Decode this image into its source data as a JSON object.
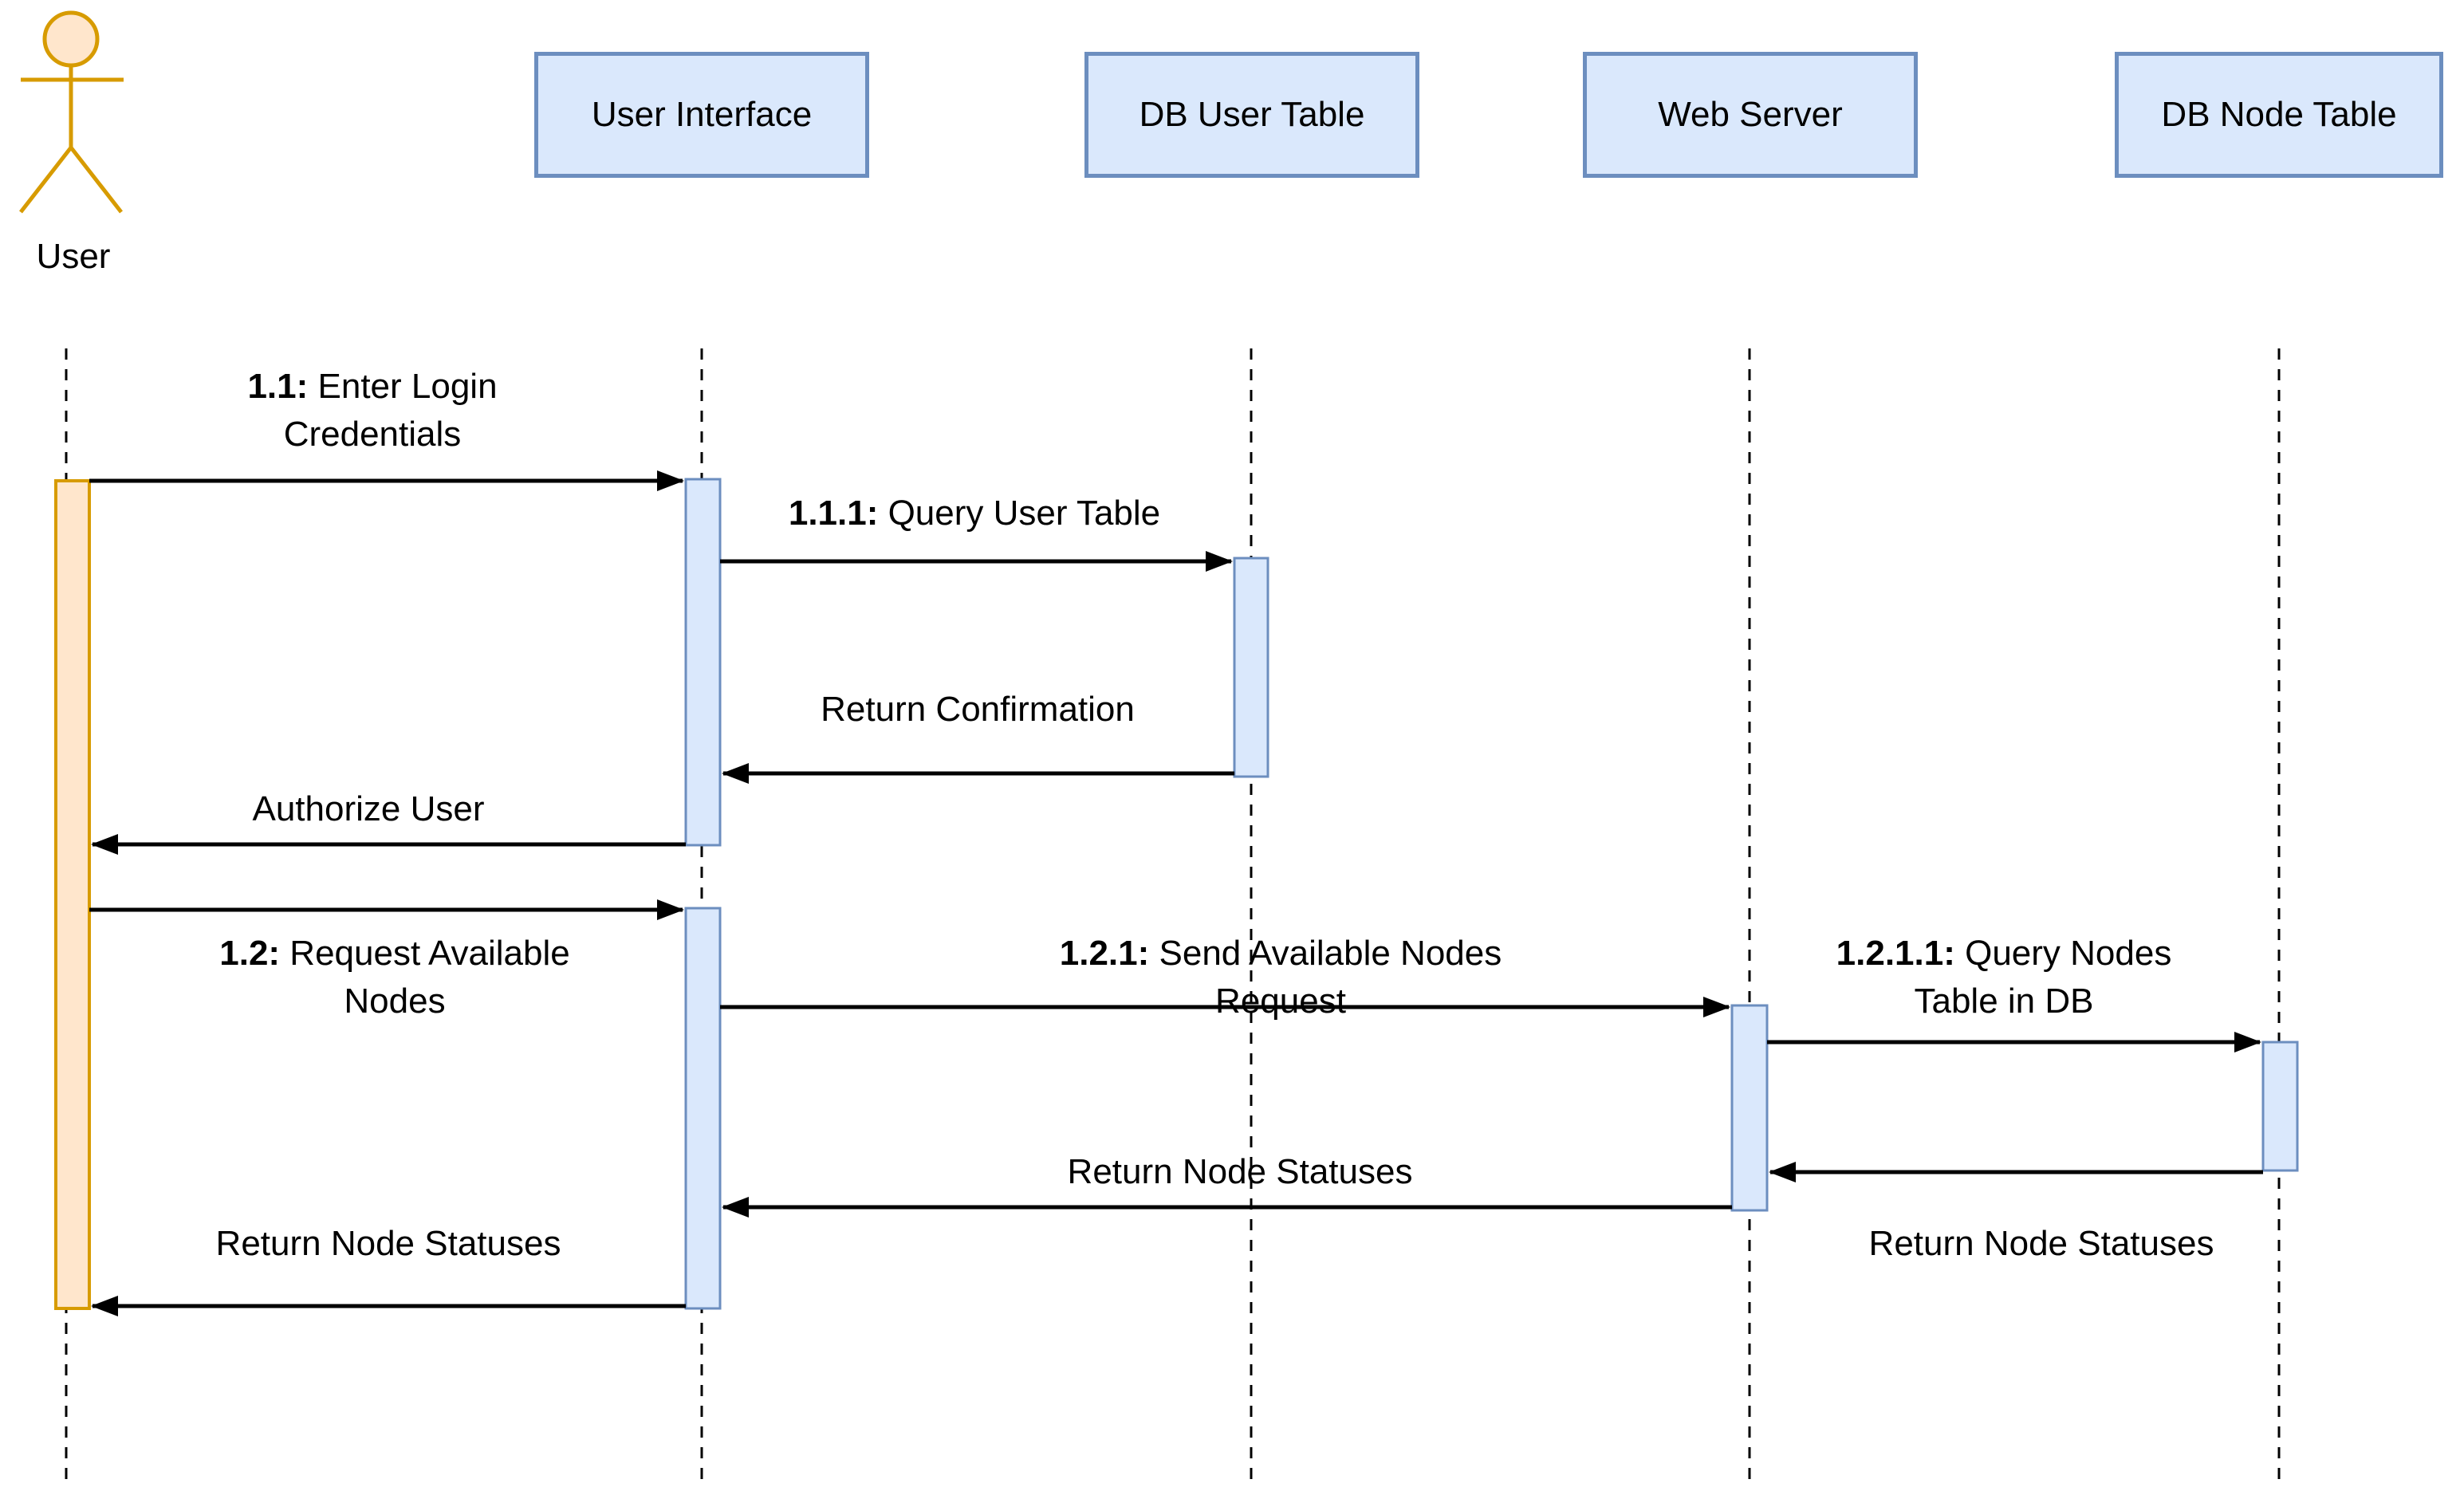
{
  "diagram": {
    "type": "uml-sequence",
    "actor": {
      "label": "User"
    },
    "participants": [
      {
        "id": "user-interface",
        "label": "User Interface"
      },
      {
        "id": "db-user-table",
        "label": "DB User Table"
      },
      {
        "id": "web-server",
        "label": "Web Server"
      },
      {
        "id": "db-node-table",
        "label": "DB Node Table"
      }
    ],
    "messages": [
      {
        "prefix": "1.1:",
        "line1": " Enter Login",
        "line2": "Credentials",
        "from": "User",
        "to": "User Interface"
      },
      {
        "prefix": "1.1.1:",
        "line1": " Query User Table",
        "line2": "",
        "from": "User Interface",
        "to": "DB User Table"
      },
      {
        "prefix": "",
        "line1": "Return Confirmation",
        "line2": "",
        "from": "DB User Table",
        "to": "User Interface"
      },
      {
        "prefix": "",
        "line1": "Authorize User",
        "line2": "",
        "from": "User Interface",
        "to": "User"
      },
      {
        "prefix": "1.2:",
        "line1": " Request Available",
        "line2": "Nodes",
        "from": "User",
        "to": "User Interface"
      },
      {
        "prefix": "1.2.1:",
        "line1": " Send Available Nodes",
        "line2": "Request",
        "from": "User Interface",
        "to": "Web Server"
      },
      {
        "prefix": "1.2.1.1:",
        "line1": " Query Nodes",
        "line2": "Table in DB",
        "from": "Web Server",
        "to": "DB Node Table"
      },
      {
        "prefix": "",
        "line1": "Return Node Statuses",
        "line2": "",
        "from": "DB Node Table",
        "to": "Web Server"
      },
      {
        "prefix": "",
        "line1": "Return Node Statuses",
        "line2": "",
        "from": "Web Server",
        "to": "User Interface"
      },
      {
        "prefix": "",
        "line1": "Return Node Statuses",
        "line2": "",
        "from": "User Interface",
        "to": "User"
      }
    ],
    "colors": {
      "participant_fill": "#dae8fc",
      "participant_border": "#6c8ebf",
      "activation_blue_fill": "#dae8fc",
      "activation_blue_border": "#6c8ebf",
      "actor_fill": "#ffe6cc",
      "actor_border": "#d79b00",
      "line": "#000000",
      "text": "#000000",
      "background": "#ffffff"
    }
  }
}
